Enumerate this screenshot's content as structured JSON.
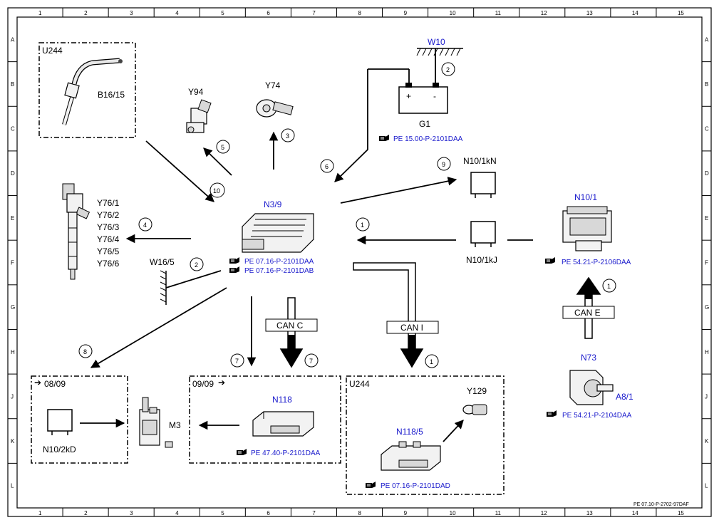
{
  "grid": {
    "columns": [
      "1",
      "2",
      "3",
      "4",
      "5",
      "6",
      "7",
      "8",
      "9",
      "10",
      "11",
      "12",
      "13",
      "14",
      "15"
    ],
    "rows": [
      "A",
      "B",
      "C",
      "D",
      "E",
      "F",
      "G",
      "H",
      "J",
      "K",
      "L"
    ],
    "right_rows": [
      "A",
      "B",
      "C",
      "D",
      "E",
      "F",
      "G",
      "H",
      "J",
      "K",
      "L"
    ]
  },
  "labels": {
    "u244_top": "U244",
    "b16_15": "B16/15",
    "y94": "Y94",
    "y74": "Y74",
    "w10": "W10",
    "g1": "G1",
    "g1_plus": "+",
    "g1_minus": "-",
    "n10_1kn": "N10/1kN",
    "n10_1": "N10/1",
    "n3_9": "N3/9",
    "n10_1kj": "N10/1kJ",
    "y76_1": "Y76/1",
    "y76_2": "Y76/2",
    "y76_3": "Y76/3",
    "y76_4": "Y76/4",
    "y76_5": "Y76/5",
    "y76_6": "Y76/6",
    "w16_5": "W16/5",
    "can_c": "CAN C",
    "can_i": "CAN I",
    "can_e": "CAN E",
    "n73": "N73",
    "a8_1": "A8/1",
    "box1_header": "08/09",
    "n10_2kd": "N10/2kD",
    "m3": "M3",
    "box2_header": "09/09",
    "n118": "N118",
    "u244_bottom": "U244",
    "y129": "Y129",
    "n118_5": "N118/5",
    "footer": "PE 07.10-P-2702-97DAF"
  },
  "references": {
    "g1_ref": "PE 15.00-P-2101DAA",
    "n3_9_ref1": "PE 07.16-P-2101DAA",
    "n3_9_ref2": "PE 07.16-P-2101DAB",
    "n10_1_ref": "PE 54.21-P-2106DAA",
    "a8_1_ref": "PE 54.21-P-2104DAA",
    "n118_ref": "PE 47.40-P-2101DAA",
    "n118_5_ref": "PE 07.16-P-2101DAD"
  },
  "callouts": {
    "c2_w10": "2",
    "c3": "3",
    "c5": "5",
    "c6": "6",
    "c9": "9",
    "c10": "10",
    "c4": "4",
    "c1_n10": "1",
    "c2_w16": "2",
    "c1_cane": "1",
    "c8": "8",
    "c7_left": "7",
    "c7_right": "7",
    "c1_cani": "1"
  },
  "colors": {
    "line": "#000000",
    "link_text": "#1a1acc",
    "background": "#ffffff"
  },
  "icons": {
    "book_ref": "book-reference-icon",
    "ground": "ground-symbol-icon",
    "battery": "battery-icon"
  }
}
